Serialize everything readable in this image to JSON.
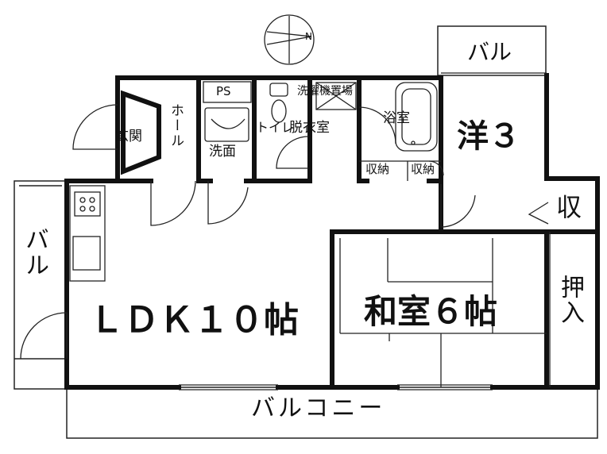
{
  "rooms": {
    "balcony_top_right": "バル",
    "western_room": "洋３",
    "storage_right": "収",
    "closet_right": "押入",
    "ps": "PS",
    "laundry_space": "洗濯機置場",
    "bath": "浴室",
    "entrance": "玄関",
    "hall": "ホール",
    "washroom": "洗面",
    "toilet": "トイレ",
    "dressing_room": "脱衣室",
    "storage_1": "収納",
    "storage_2": "収納",
    "balcony_left": "バル",
    "ldk": "ＬＤＫ１０帖",
    "japanese_room": "和室６帖",
    "balcony_bottom": "バルコニー"
  },
  "compass": {
    "north_letter": "N"
  }
}
